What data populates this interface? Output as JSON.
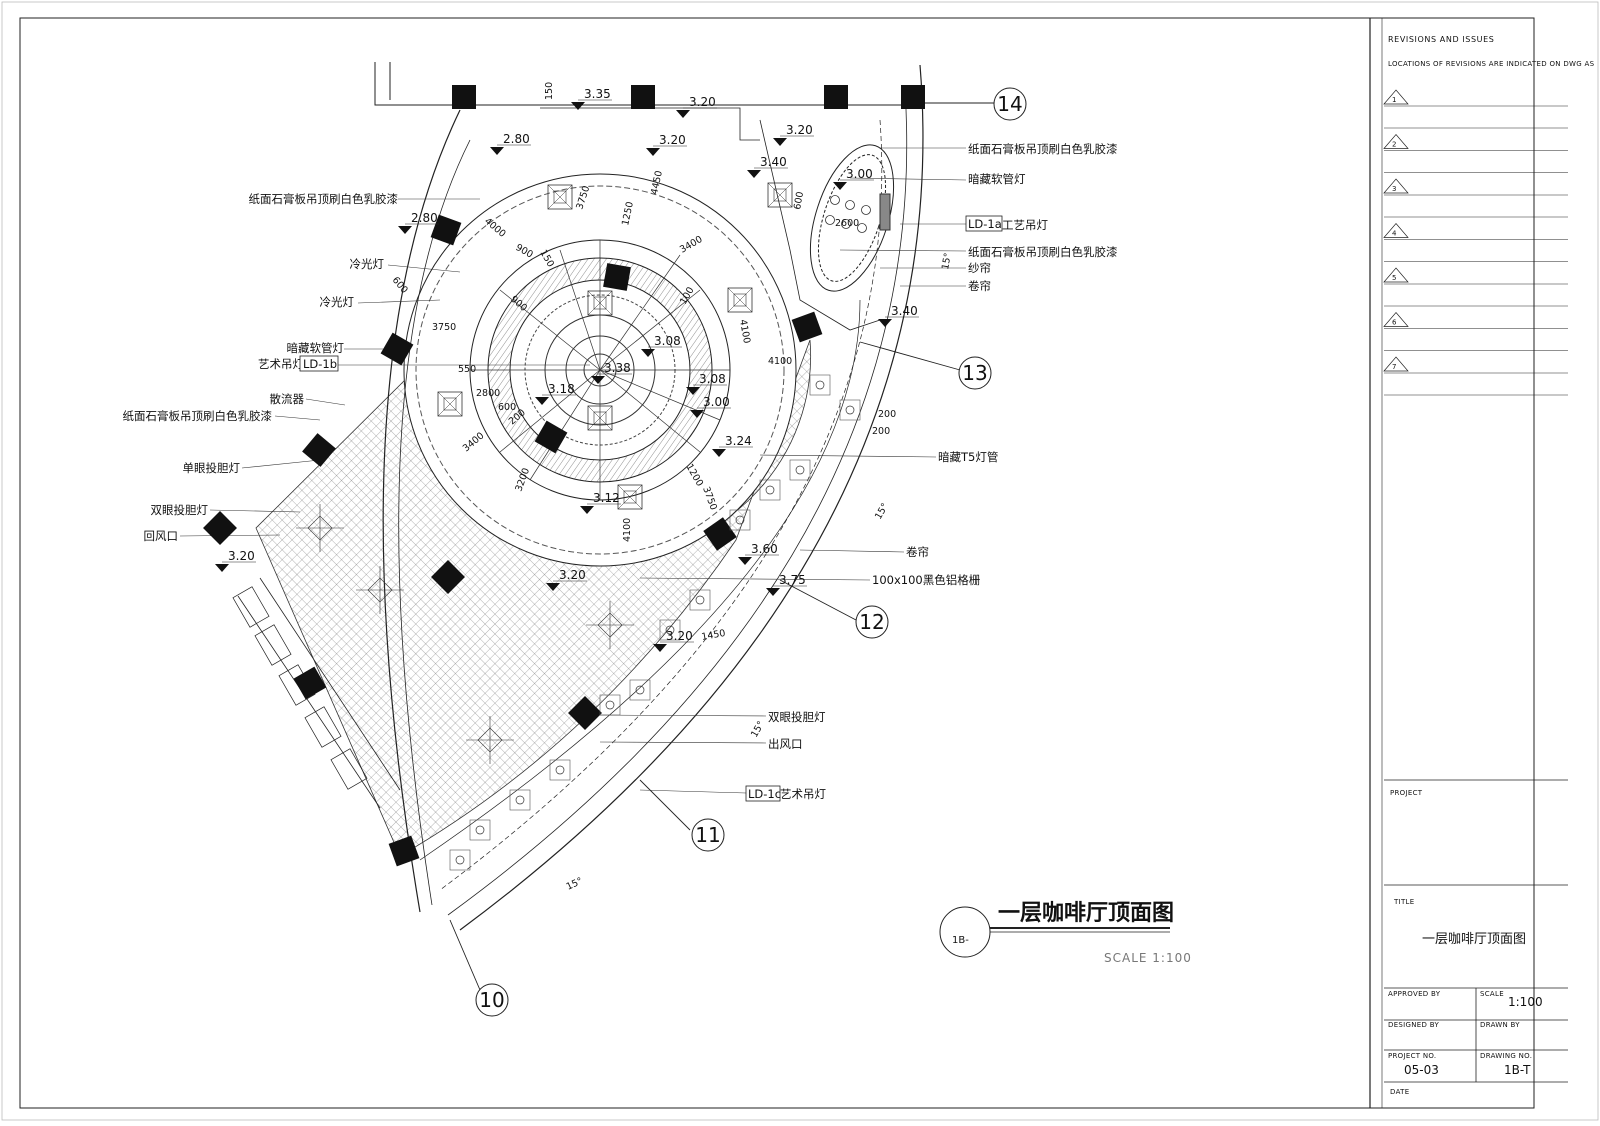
{
  "drawing": {
    "title": "一层咖啡厅顶面图",
    "scale_label": "SCALE  1:100",
    "bubble": "1B-"
  },
  "grid_labels": [
    "14",
    "13",
    "12",
    "11",
    "10"
  ],
  "elevations": [
    "3.35",
    "3.20",
    "3.20",
    "2.80",
    "3.20",
    "3.40",
    "3.00",
    "2.80",
    "3.40",
    "3.08",
    "3.38",
    "3.18",
    "3.08",
    "3.00",
    "3.24",
    "3.12",
    "3.60",
    "3.20",
    "3.75",
    "3.20",
    "3.20"
  ],
  "dimensions": [
    "150",
    "3750",
    "4450",
    "4000",
    "1250",
    "900",
    "150",
    "3400",
    "600",
    "900",
    "3750",
    "4100",
    "550",
    "2800",
    "100",
    "600",
    "200",
    "4100",
    "3400",
    "3200",
    "1200",
    "3750",
    "4100",
    "200",
    "200",
    "1450",
    "600",
    "2600",
    "15°",
    "15°",
    "15°",
    "15°"
  ],
  "labels": {
    "left": [
      "纸面石膏板吊顶刷白色乳胶漆",
      "冷光灯",
      "冷光灯",
      "暗藏软管灯",
      "艺术吊灯",
      "散流器",
      "纸面石膏板吊顶刷白色乳胶漆",
      "单眼投胆灯",
      "双眼投胆灯",
      "回风口"
    ],
    "left_tag": "LD-1b",
    "right": [
      "纸面石膏板吊顶刷白色乳胶漆",
      "暗藏软管灯",
      "工艺吊灯",
      "纸面石膏板吊顶刷白色乳胶漆",
      "纱帘",
      "卷帘",
      "暗藏T5灯管",
      "卷帘",
      "100x100黑色铝格栅",
      "双眼投胆灯",
      "出风口",
      "艺术吊灯"
    ],
    "tag_a": "LD-1a",
    "tag_c": "LD-1c"
  },
  "title_block": {
    "revisions_title": "REVISIONS AND ISSUES",
    "revisions_note": "LOCATIONS OF REVISIONS ARE INDICATED ON DWG AS",
    "revisions": [
      "1",
      "2",
      "3",
      "4",
      "5",
      "6",
      "7"
    ],
    "project_label": "PROJECT",
    "title_label": "TITLE",
    "title_value": "一层咖啡厅顶面图",
    "approved_label": "APPROVED BY",
    "scale_label": "SCALE",
    "scale_value": "1:100",
    "designed_label": "DESIGNED BY",
    "drawn_label": "DRAWN BY",
    "project_no_label": "PROJECT NO.",
    "project_no_value": "05-03",
    "drawing_no_label": "DRAWING NO.",
    "drawing_no_value": "1B-T",
    "date_label": "DATE"
  }
}
